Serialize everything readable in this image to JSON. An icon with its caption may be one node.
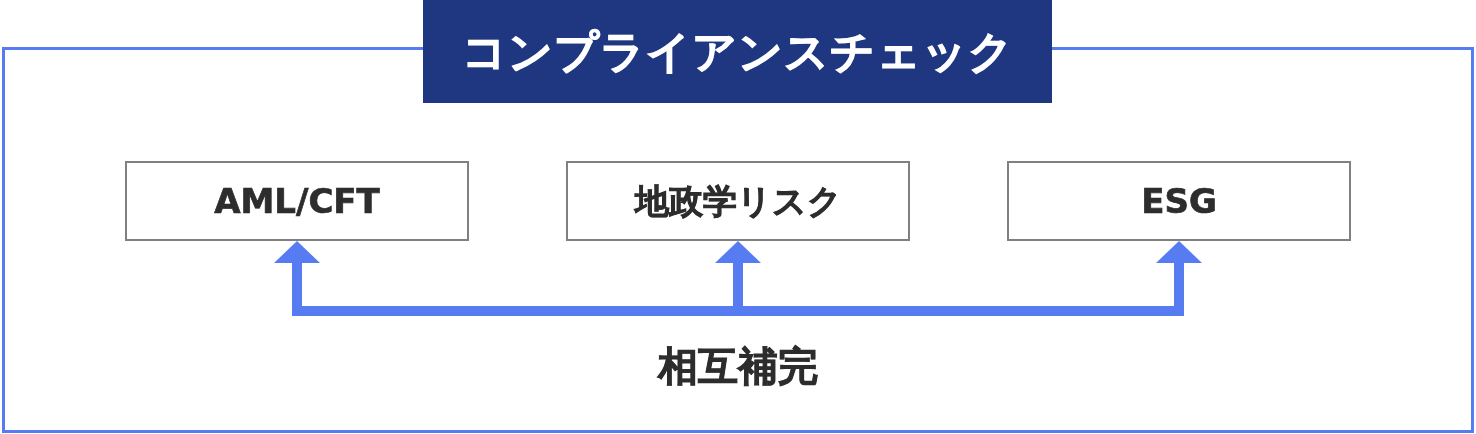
{
  "diagram": {
    "nodes": [
      {
        "text": [
          "コンプライアンスチェック"
        ]
      },
      {
        "text": [
          "AML/CFT"
        ],
        "in": 0
      },
      {
        "text": [
          "地政学リスク"
        ],
        "in": 0
      },
      {
        "text": [
          "ESG"
        ],
        "in": 0
      }
    ],
    "edges": [
      {
        "from": null,
        "to": 1,
        "arrow": "to"
      },
      {
        "from": null,
        "to": 2,
        "arrow": "to"
      },
      {
        "from": null,
        "to": 3,
        "arrow": "to"
      }
    ],
    "labels": [
      "相互補完"
    ]
  }
}
